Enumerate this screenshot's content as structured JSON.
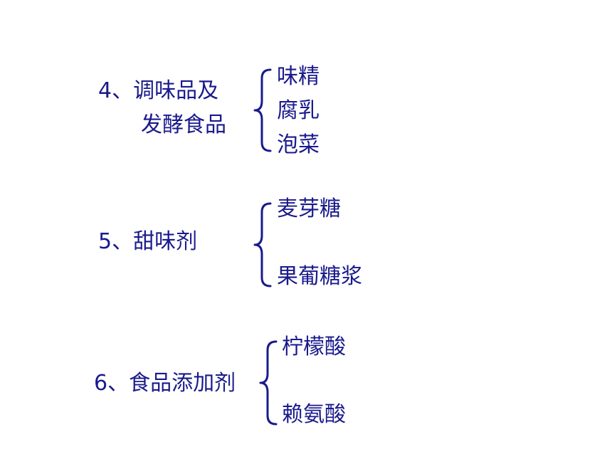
{
  "groups": [
    {
      "heading_line1": "4、调味品及",
      "heading_line2": "发酵食品",
      "items": [
        "味精",
        "腐乳",
        "泡菜"
      ]
    },
    {
      "heading_line1": "5、甜味剂",
      "items": [
        "麦芽糖",
        "果葡糖浆"
      ]
    },
    {
      "heading_line1": "6、食品添加剂",
      "items": [
        "柠檬酸",
        "赖氨酸"
      ]
    }
  ],
  "colors": {
    "text": "#1a1a8c",
    "background": "#ffffff"
  }
}
